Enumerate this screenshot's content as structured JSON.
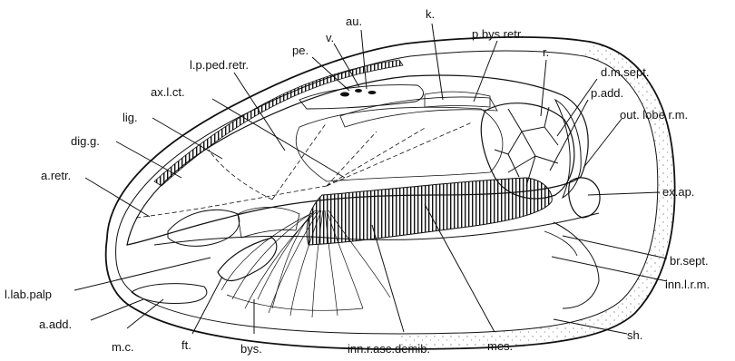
{
  "labels": {
    "au": "au.",
    "k": "k.",
    "p_bys_retr": "p.bys.retr.",
    "pe": "pe.",
    "v": "v.",
    "r": "r.",
    "l_p_ped_retr": "l.p.ped.retr.",
    "d_m_sept": "d.m.sept.",
    "ax_l_ct": "ax.l.ct.",
    "p_add": "p.add.",
    "out_lobe_rm": "out. lobe r.m.",
    "lig": "lig.",
    "dig_g": "dig.g.",
    "a_retr": "a.retr.",
    "ex_ap": "ex.ap.",
    "br_sept": "br.sept.",
    "l_lab_palp": "l.lab.palp",
    "inn_l_rm": "inn.l.r.m.",
    "a_add": "a.add.",
    "m_c": "m.c.",
    "ft": "ft.",
    "bys": "bys.",
    "inn_r_asc_demib": "inn.r.asc.demib.",
    "mes": "mes.",
    "sh": "sh."
  },
  "colors": {
    "ink": "#111111",
    "paper": "#ffffff"
  }
}
